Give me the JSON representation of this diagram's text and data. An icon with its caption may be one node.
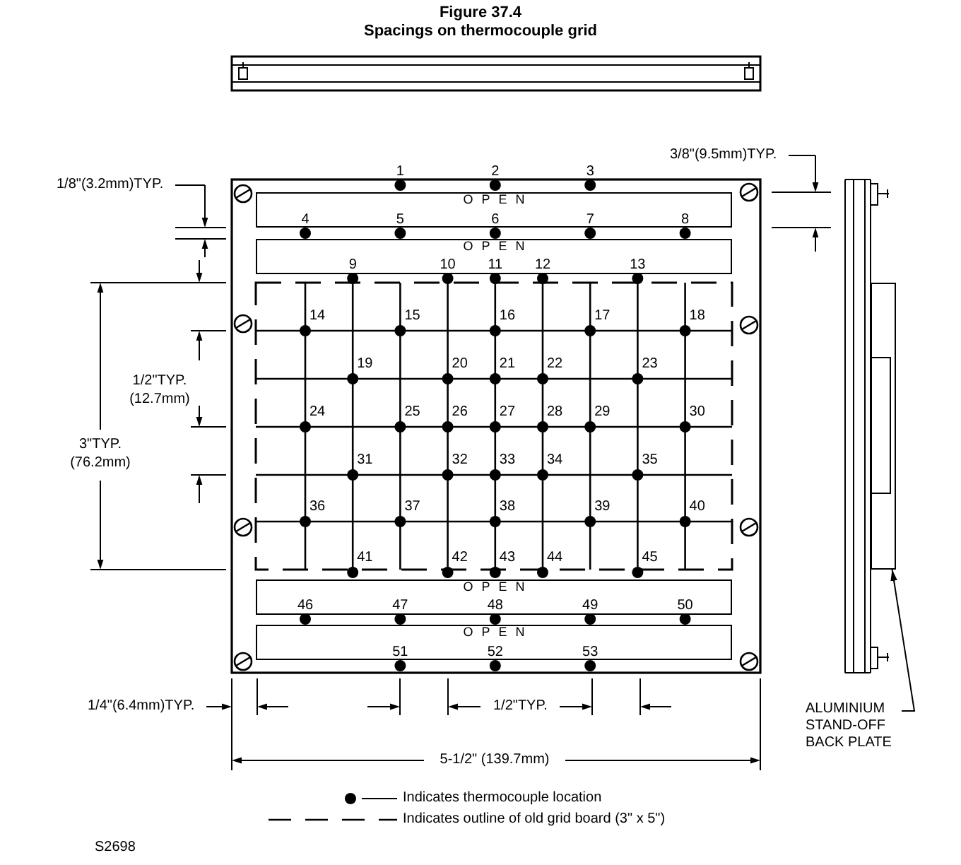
{
  "diagram": {
    "title": "Figure 37.4",
    "nodes": [
      {
        "text": [
          "OPEN"
        ]
      },
      {
        "text": [
          "OPEN"
        ]
      },
      {
        "text": [
          "OPEN"
        ]
      },
      {
        "text": [
          "OPEN"
        ]
      },
      {
        "text": [],
        "shape": "box"
      },
      {
        "text": [
          "ALUMINIUM STAND-OFF BACK PLATE"
        ]
      }
    ],
    "edges": [
      {
        "from": 5,
        "to": 4,
        "arrow": "to"
      }
    ],
    "labels": [
      "Spacings on thermocouple grid",
      "3/8\"(9.5mm)TYP.",
      "1/8\"(3.2mm)TYP.",
      "1/2\"TYP. (12.7mm)",
      "3\"TYP. (76.2mm)",
      "1",
      "2",
      "3",
      "4",
      "5",
      "6",
      "7",
      "8",
      "9",
      "10",
      "11",
      "12",
      "13",
      "14",
      "15",
      "16",
      "17",
      "18",
      "19",
      "20",
      "21",
      "22",
      "23",
      "24",
      "25",
      "26",
      "27",
      "28",
      "29",
      "30",
      "31",
      "32",
      "33",
      "34",
      "35",
      "36",
      "37",
      "38",
      "39",
      "40",
      "41",
      "42",
      "43",
      "44",
      "45",
      "46",
      "47",
      "48",
      "49",
      "50",
      "51",
      "52",
      "53",
      "1/4\"(6.4mm)TYP.",
      "1/2\"TYP.",
      "5-1/2\" (139.7mm)",
      "S2698"
    ],
    "legend": [
      {
        "text": "Indicates thermocouple location"
      },
      {
        "text": "Indicates outline of old grid board (3\" x 5\")"
      }
    ]
  }
}
